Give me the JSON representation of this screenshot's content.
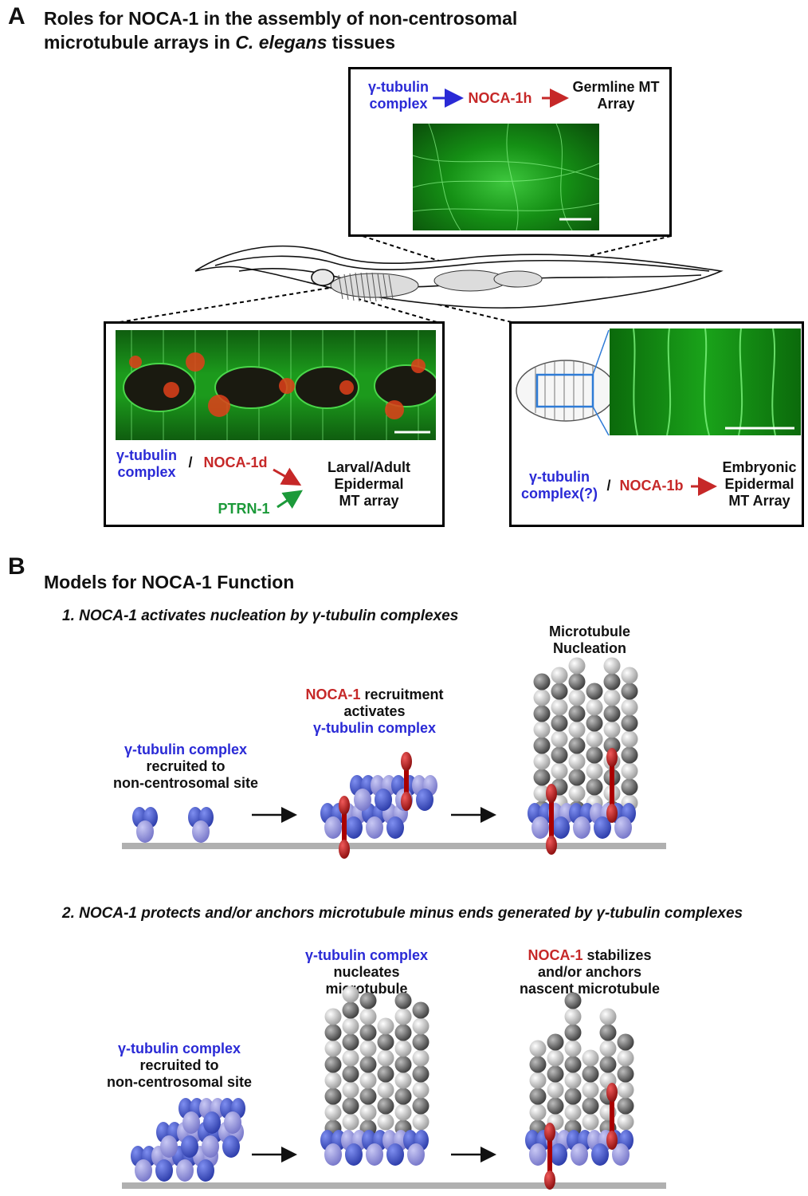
{
  "panel_a": {
    "letter": "A",
    "title_line1": "Roles for NOCA-1 in the assembly of non-centrosomal",
    "title_line2_pre": "microtubule arrays in ",
    "title_line2_italic": "C. elegans",
    "title_line2_post": " tissues",
    "germline": {
      "gamma1": "γ-tubulin",
      "gamma2": "complex",
      "noca": "NOCA-1h",
      "target1": "Germline MT",
      "target2": "Array"
    },
    "larval": {
      "gamma1": "γ-tubulin",
      "gamma2": "complex",
      "slash": "/",
      "noca": "NOCA-1d",
      "ptrn": "PTRN-1",
      "target1": "Larval/Adult",
      "target2": "Epidermal",
      "target3": "MT array"
    },
    "embryonic": {
      "gamma1": "γ-tubulin",
      "gamma2": "complex(?)",
      "slash": "/",
      "noca": "NOCA-1b",
      "target1": "Embryonic",
      "target2": "Epidermal",
      "target3": "MT Array"
    }
  },
  "panel_b": {
    "letter": "B",
    "title": "Models for NOCA-1 Function",
    "model1": {
      "heading": "1. NOCA-1 activates nucleation by γ-tubulin complexes",
      "step1_l1": "γ-tubulin complex",
      "step1_l2": "recruited to",
      "step1_l3": "non-centrosomal site",
      "step2_l1a": "NOCA-1",
      "step2_l1b": " recruitment",
      "step2_l2": "activates",
      "step2_l3": "γ-tubulin complex",
      "step3_l1": "Microtubule",
      "step3_l2": "Nucleation"
    },
    "model2": {
      "heading": "2. NOCA-1 protects and/or anchors microtubule minus ends generated by γ-tubulin complexes",
      "step1_l1": "γ-tubulin complex",
      "step1_l2": "recruited to",
      "step1_l3": "non-centrosomal site",
      "step2_l1": "γ-tubulin complex",
      "step2_l2": "nucleates",
      "step2_l3": "microtubule",
      "step3_l1a": "NOCA-1",
      "step3_l1b": " stabilizes",
      "step3_l2": "and/or anchors",
      "step3_l3": "nascent microtubule"
    }
  },
  "colors": {
    "gamma_blue": "#2a2ad6",
    "noca_red": "#c62828",
    "ptrn_green": "#1c9a3a",
    "micrograph_green": "#1fc21f",
    "surface_gray": "#b0b0b0"
  }
}
